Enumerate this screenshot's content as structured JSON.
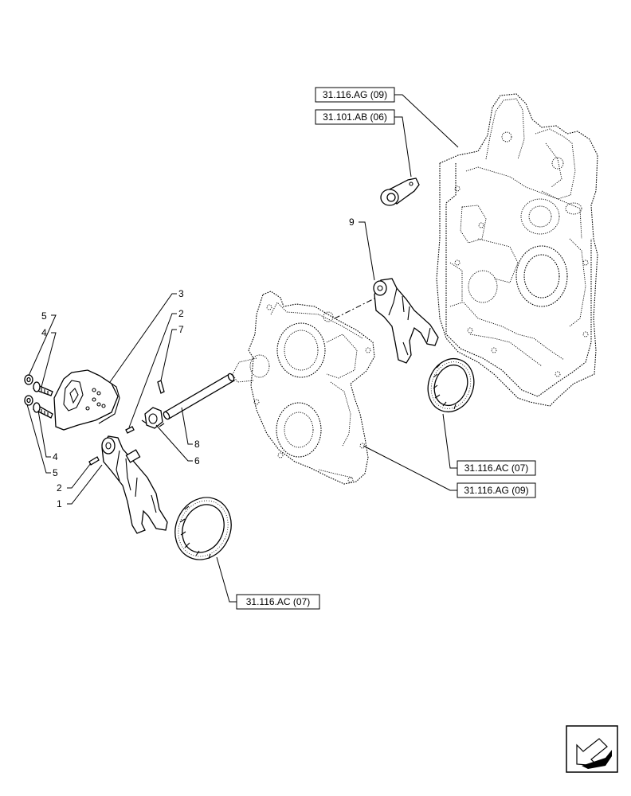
{
  "references": {
    "rear_housing": "31.116.AG (09)",
    "linkage": "31.101.AB (06)",
    "upper_synchro": "31.116.AC (07)",
    "front_housing": "31.116.AG (09)",
    "lower_synchro": "31.116.AC (07)"
  },
  "callouts": {
    "left_5_top": "5",
    "left_4_top": "4",
    "left_4_bottom": "4",
    "left_5_bottom": "5",
    "n3": "3",
    "n2_top": "2",
    "n7": "7",
    "n8": "8",
    "n6": "6",
    "n2_bottom": "2",
    "n1": "1",
    "n9": "9"
  },
  "nav_icon": "next-page-arrow-icon"
}
